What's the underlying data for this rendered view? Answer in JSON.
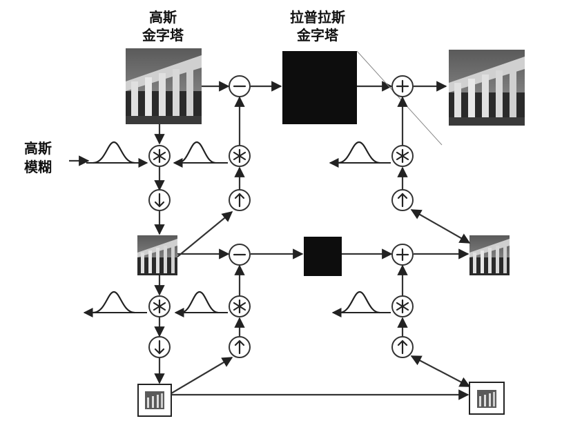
{
  "labels": {
    "gaussian_pyramid": [
      "高斯",
      "金字塔"
    ],
    "laplacian_pyramid": [
      "拉普拉斯",
      "金字塔"
    ],
    "gaussian_blur": [
      "高斯",
      "模糊"
    ]
  },
  "operators": {
    "subtract": "−",
    "add": "+",
    "convolve": "∗",
    "downsample": "↓",
    "upsample": "↑"
  },
  "colors": {
    "laplacian_block": "#0d0d0d",
    "lines": "#333333",
    "image_dark": "#1a1a1a",
    "image_mid": "#7a7a7a",
    "image_light": "#d8d8d8"
  }
}
